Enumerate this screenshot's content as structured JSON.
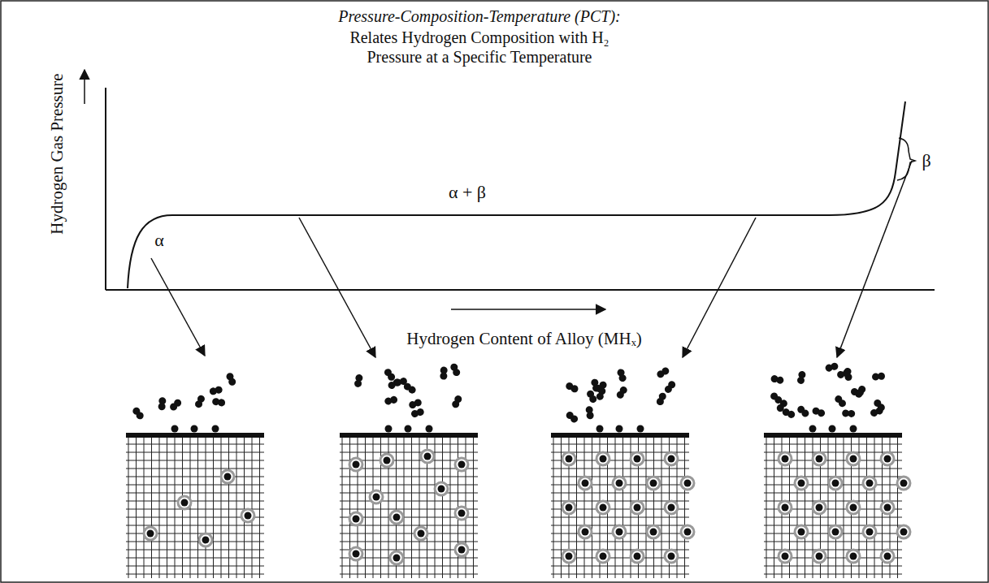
{
  "diagram": {
    "title": "Pressure-Composition-Temperature (PCT):",
    "labels": [
      "Relates Hydrogen Composition with H₂ Pressure at a Specific Temperature",
      "Hydrogen Gas Pressure",
      "Hydrogen Content of Alloy (MHₓ)",
      "α + β",
      "α",
      "β"
    ]
  }
}
